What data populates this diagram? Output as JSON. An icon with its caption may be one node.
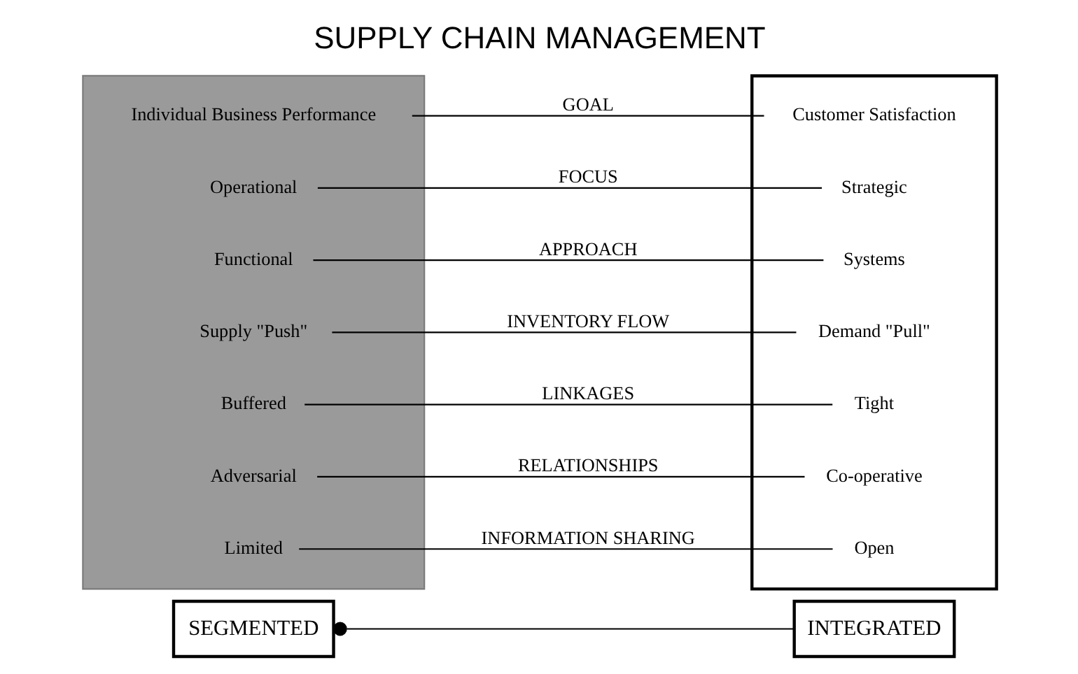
{
  "diagram": {
    "title": "SUPPLY CHAIN MANAGEMENT",
    "nodes": [
      {
        "text": [
          "SEGMENTED"
        ]
      },
      {
        "text": [
          "INTEGRATED"
        ]
      },
      {
        "text": [],
        "shape": "arrow"
      },
      {
        "text": [
          "Individual Business Performance"
        ],
        "in": 2
      },
      {
        "text": [
          "Operational"
        ],
        "in": 2
      },
      {
        "text": [
          "Functional"
        ],
        "in": 2
      },
      {
        "text": [
          "Supply \"Push\""
        ],
        "in": 2
      },
      {
        "text": [
          "Buffered"
        ],
        "in": 2
      },
      {
        "text": [
          "Adversarial"
        ],
        "in": 2
      },
      {
        "text": [
          "Limited"
        ],
        "in": 2
      },
      {
        "text": [],
        "shape": "box"
      },
      {
        "text": [
          "Customer Satisfaction"
        ],
        "in": 10
      },
      {
        "text": [
          "Strategic"
        ],
        "in": 10
      },
      {
        "text": [
          "Systems"
        ],
        "in": 10
      },
      {
        "text": [
          "Demand \"Pull\""
        ],
        "in": 10
      },
      {
        "text": [
          "Tight"
        ],
        "in": 10
      },
      {
        "text": [
          "Co-operative"
        ],
        "in": 10
      },
      {
        "text": [
          "Open"
        ],
        "in": 10
      }
    ],
    "edges": [
      {
        "from": 0,
        "to": 1,
        "arrow": "other"
      },
      {
        "from": 3,
        "to": 11,
        "arrow": "none",
        "label": "GOAL"
      },
      {
        "from": 4,
        "to": 12,
        "arrow": "none",
        "label": "FOCUS"
      },
      {
        "from": 5,
        "to": 13,
        "arrow": "none",
        "label": "APPROACH"
      },
      {
        "from": 6,
        "to": 14,
        "arrow": "none",
        "label": "INVENTORY FLOW"
      },
      {
        "from": 7,
        "to": 15,
        "arrow": "none",
        "label": "LINKAGES"
      },
      {
        "from": 8,
        "to": 16,
        "arrow": "none",
        "label": "RELATIONSHIPS"
      },
      {
        "from": 9,
        "to": 17,
        "arrow": "none",
        "label": "INFORMATION SHARING"
      }
    ]
  }
}
